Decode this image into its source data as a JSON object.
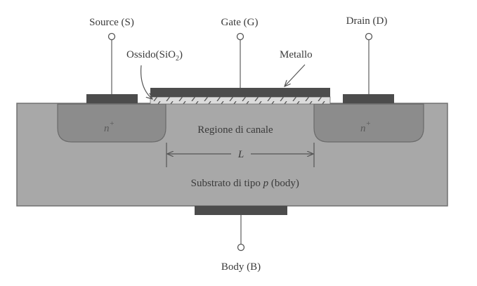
{
  "diagram": {
    "title": "MOSFET a canale n — sezione trasversale",
    "terminals": {
      "source": "Source (S)",
      "gate": "Gate (G)",
      "drain": "Drain (D)",
      "body": "Body (B)"
    },
    "labels": {
      "oxide_prefix": "Ossido(SiO",
      "oxide_subscript": "2",
      "oxide_suffix": ")",
      "metal": "Metallo",
      "channel_region": "Regione di canale",
      "length": "L",
      "substrate_prefix": "Substrato di tipo ",
      "substrate_type": "p",
      "substrate_suffix": " (body)",
      "source_doping": "n",
      "source_doping_sup": "+",
      "drain_doping": "n",
      "drain_doping_sup": "+"
    },
    "colors": {
      "substrate": "#a6a6a6",
      "n_plus_region": "#8a8a8a",
      "contact_metal": "#4a4a4a",
      "oxide": "#d6d6d6",
      "outline": "#6e6e6e",
      "text": "#3a3a3a"
    }
  }
}
